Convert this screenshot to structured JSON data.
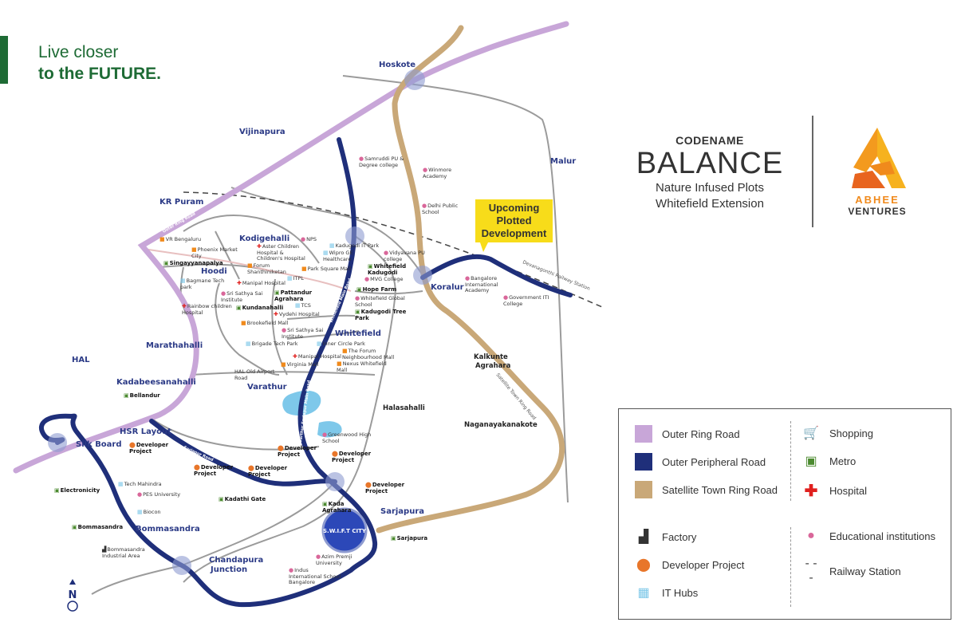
{
  "headline": {
    "line1": "Live closer",
    "line2": "to the FUTURE."
  },
  "brand": {
    "codename": "CODENAME",
    "name": "BALANCE",
    "subtitle1": "Nature Infused Plots",
    "subtitle2": "Whitefield Extension",
    "logo_line1": "ABHEE",
    "logo_line2": "VENTURES"
  },
  "callout": "Upcoming Plotted Development",
  "swift_city": "S.W.I.F.T CITY",
  "compass": "N",
  "colors": {
    "outer_ring_road": "#c8a6d8",
    "outer_peripheral_road": "#1f2f7a",
    "satellite_town_ring_road": "#c9a878",
    "headline_green": "#1e6b35",
    "callout_yellow": "#f7dc1a"
  },
  "places": [
    "Hoskote",
    "Vijinapura",
    "KR Puram",
    "Kodigehalli",
    "Hoodi",
    "Marathahalli",
    "HAL",
    "Kadabeesanahalli",
    "Whitefield",
    "Varathur",
    "HSR Layout",
    "Silk Board",
    "Bommasandra",
    "Chandapura",
    "Junction",
    "Sarjapura",
    "Koralur",
    "Malur"
  ],
  "minor_places": [
    "Halasahalli",
    "Kalkunte",
    "Agrahara",
    "Naganayakanakote"
  ],
  "road_labels": [
    "Outer Ring Road",
    "Whitefield Main Road",
    "Varthur Sarjapur Main Road",
    "Hosur Road",
    "Sarjapur Road",
    "Satellite Town Ring Road",
    "Devanagonthi Railway Station",
    "Outer Ring Road"
  ],
  "pois": [
    {
      "label": "VR Bengaluru",
      "icon": "shopping-icon"
    },
    {
      "label": "Phoenix Market City",
      "icon": "shopping-icon"
    },
    {
      "label": "Aster Children Hospital & Children's Hospital",
      "icon": "hospital-icon"
    },
    {
      "label": "NPS",
      "icon": "education-icon"
    },
    {
      "label": "Forum Shanthiniketan",
      "icon": "shopping-icon"
    },
    {
      "label": "Singayyanapalya",
      "icon": "metro-icon"
    },
    {
      "label": "Park Square Mall",
      "icon": "shopping-icon"
    },
    {
      "label": "ITPL",
      "icon": "it-hub-icon"
    },
    {
      "label": "Wipro GE Healthcare",
      "icon": "it-hub-icon"
    },
    {
      "label": "Whitefield Kadugodi",
      "icon": "metro-icon"
    },
    {
      "label": "MVG College",
      "icon": "education-icon"
    },
    {
      "label": "Kadugodi IT Park",
      "icon": "it-hub-icon"
    },
    {
      "label": "Hope Farm",
      "icon": "metro-icon"
    },
    {
      "label": "Pattandur Agrahara",
      "icon": "metro-icon"
    },
    {
      "label": "Kadugodi Tree Park",
      "icon": "metro-icon"
    },
    {
      "label": "Manipal Hospital",
      "icon": "hospital-icon"
    },
    {
      "label": "Sri Sathya Sai Institute",
      "icon": "education-icon"
    },
    {
      "label": "Bagmane Tech park",
      "icon": "it-hub-icon"
    },
    {
      "label": "Rainbow children Hospital",
      "icon": "hospital-icon"
    },
    {
      "label": "Kundanahalli",
      "icon": "metro-icon"
    },
    {
      "label": "Vydehi Hospital",
      "icon": "hospital-icon"
    },
    {
      "label": "TCS",
      "icon": "it-hub-icon"
    },
    {
      "label": "Whitefield Global School",
      "icon": "education-icon"
    },
    {
      "label": "Sri Sathya Sai Institute",
      "icon": "education-icon"
    },
    {
      "label": "Inner Circle Park",
      "icon": "it-hub-icon"
    },
    {
      "label": "Brookefield Mall",
      "icon": "shopping-icon"
    },
    {
      "label": "Brigade Tech Park",
      "icon": "it-hub-icon"
    },
    {
      "label": "The Forum Neighbourhood Mall",
      "icon": "shopping-icon"
    },
    {
      "label": "Manipal Hospital",
      "icon": "hospital-icon"
    },
    {
      "label": "Virginia Mall",
      "icon": "shopping-icon"
    },
    {
      "label": "Nexus Whitefield Mall",
      "icon": "shopping-icon"
    },
    {
      "label": "HAL Old Airport Road",
      "icon": ""
    },
    {
      "label": "Bellandur",
      "icon": "metro-icon"
    },
    {
      "label": "Samruddi PU & Degree college",
      "icon": "education-icon"
    },
    {
      "label": "Winmore Academy",
      "icon": "education-icon"
    },
    {
      "label": "Delhi Public School",
      "icon": "education-icon"
    },
    {
      "label": "Vidyavana PU college",
      "icon": "education-icon"
    },
    {
      "label": "Bangalore International Academy",
      "icon": "education-icon"
    },
    {
      "label": "Government ITI College",
      "icon": "education-icon"
    },
    {
      "label": "Developer Project",
      "icon": "developer-pin-icon"
    },
    {
      "label": "Greenwood High School",
      "icon": "education-icon"
    },
    {
      "label": "Developer Project",
      "icon": "developer-pin-icon"
    },
    {
      "label": "Developer Project",
      "icon": "developer-pin-icon"
    },
    {
      "label": "Developer Project",
      "icon": "developer-pin-icon"
    },
    {
      "label": "Developer Project",
      "icon": "developer-pin-icon"
    },
    {
      "label": "Developer Project",
      "icon": "developer-pin-icon"
    },
    {
      "label": "Kadathi Gate",
      "icon": "metro-icon"
    },
    {
      "label": "Kada Agrahara",
      "icon": "metro-icon"
    },
    {
      "label": "Electronicity",
      "icon": "metro-icon"
    },
    {
      "label": "Tech Mahindra",
      "icon": "it-hub-icon"
    },
    {
      "label": "PES University",
      "icon": "education-icon"
    },
    {
      "label": "Biocon",
      "icon": "it-hub-icon"
    },
    {
      "label": "Bommasandra",
      "icon": "metro-icon"
    },
    {
      "label": "Bommasandra Industrial Area",
      "icon": "factory-icon"
    },
    {
      "label": "Azim Premji University",
      "icon": "education-icon"
    },
    {
      "label": "Indus International School Bangalore",
      "icon": "education-icon"
    },
    {
      "label": "Sarjapura",
      "icon": "metro-icon"
    }
  ],
  "legend": {
    "outer_ring_road": "Outer Ring Road",
    "outer_peripheral_road": "Outer Peripheral  Road",
    "satellite_town_ring_road": "Satellite Town Ring Road",
    "shopping": "Shopping",
    "metro": "Metro",
    "hospital": "Hospital",
    "factory": "Factory",
    "developer_project": "Developer Project",
    "it_hubs": "IT Hubs",
    "educational_institutions": "Educational institutions",
    "railway_station": "Railway Station"
  }
}
